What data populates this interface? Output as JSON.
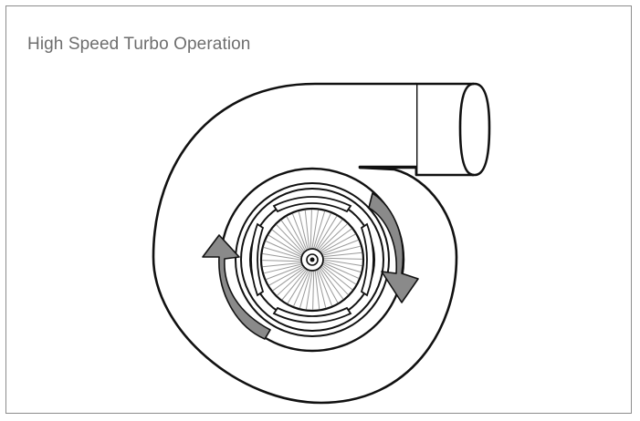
{
  "diagram": {
    "title": "High Speed Turbo Operation",
    "colors": {
      "frame": "#8c8c8c",
      "title": "#6e6e6e",
      "outline": "#111111",
      "arrow_fill": "#8a8a8a",
      "blade": "#9a9a9a"
    },
    "impeller_blade_count": 48,
    "rotation_direction": "clockwise",
    "icons": [
      "turbocharger-housing",
      "compressor-wheel",
      "rotation-arrow"
    ]
  }
}
